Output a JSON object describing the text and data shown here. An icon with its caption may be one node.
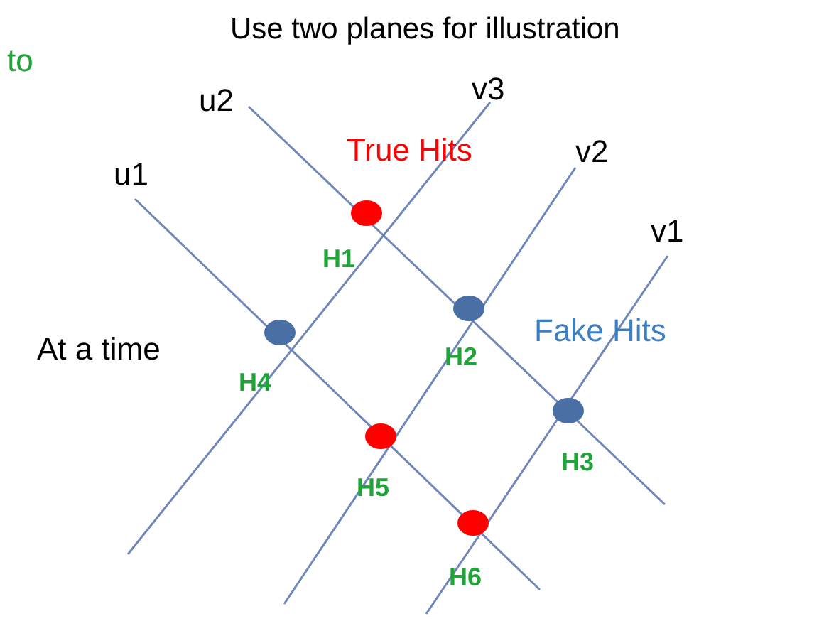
{
  "diagram": {
    "title": "Use two planes for illustration",
    "nodes": [
      {
        "text": [],
        "shape": "circle",
        "beside": [
          "H1"
        ]
      },
      {
        "text": [],
        "shape": "circle",
        "beside": [
          "H2"
        ]
      },
      {
        "text": [],
        "shape": "circle",
        "beside": [
          "H4"
        ]
      },
      {
        "text": [],
        "shape": "circle",
        "beside": [
          "H3"
        ]
      },
      {
        "text": [],
        "shape": "circle",
        "beside": [
          "H5"
        ]
      },
      {
        "text": [],
        "shape": "circle",
        "beside": [
          "H6"
        ]
      }
    ],
    "labels": [
      "to",
      "v3",
      "u2",
      "v2",
      "True Hits",
      "u1",
      "v1",
      "Fake Hits",
      "At a time"
    ]
  }
}
